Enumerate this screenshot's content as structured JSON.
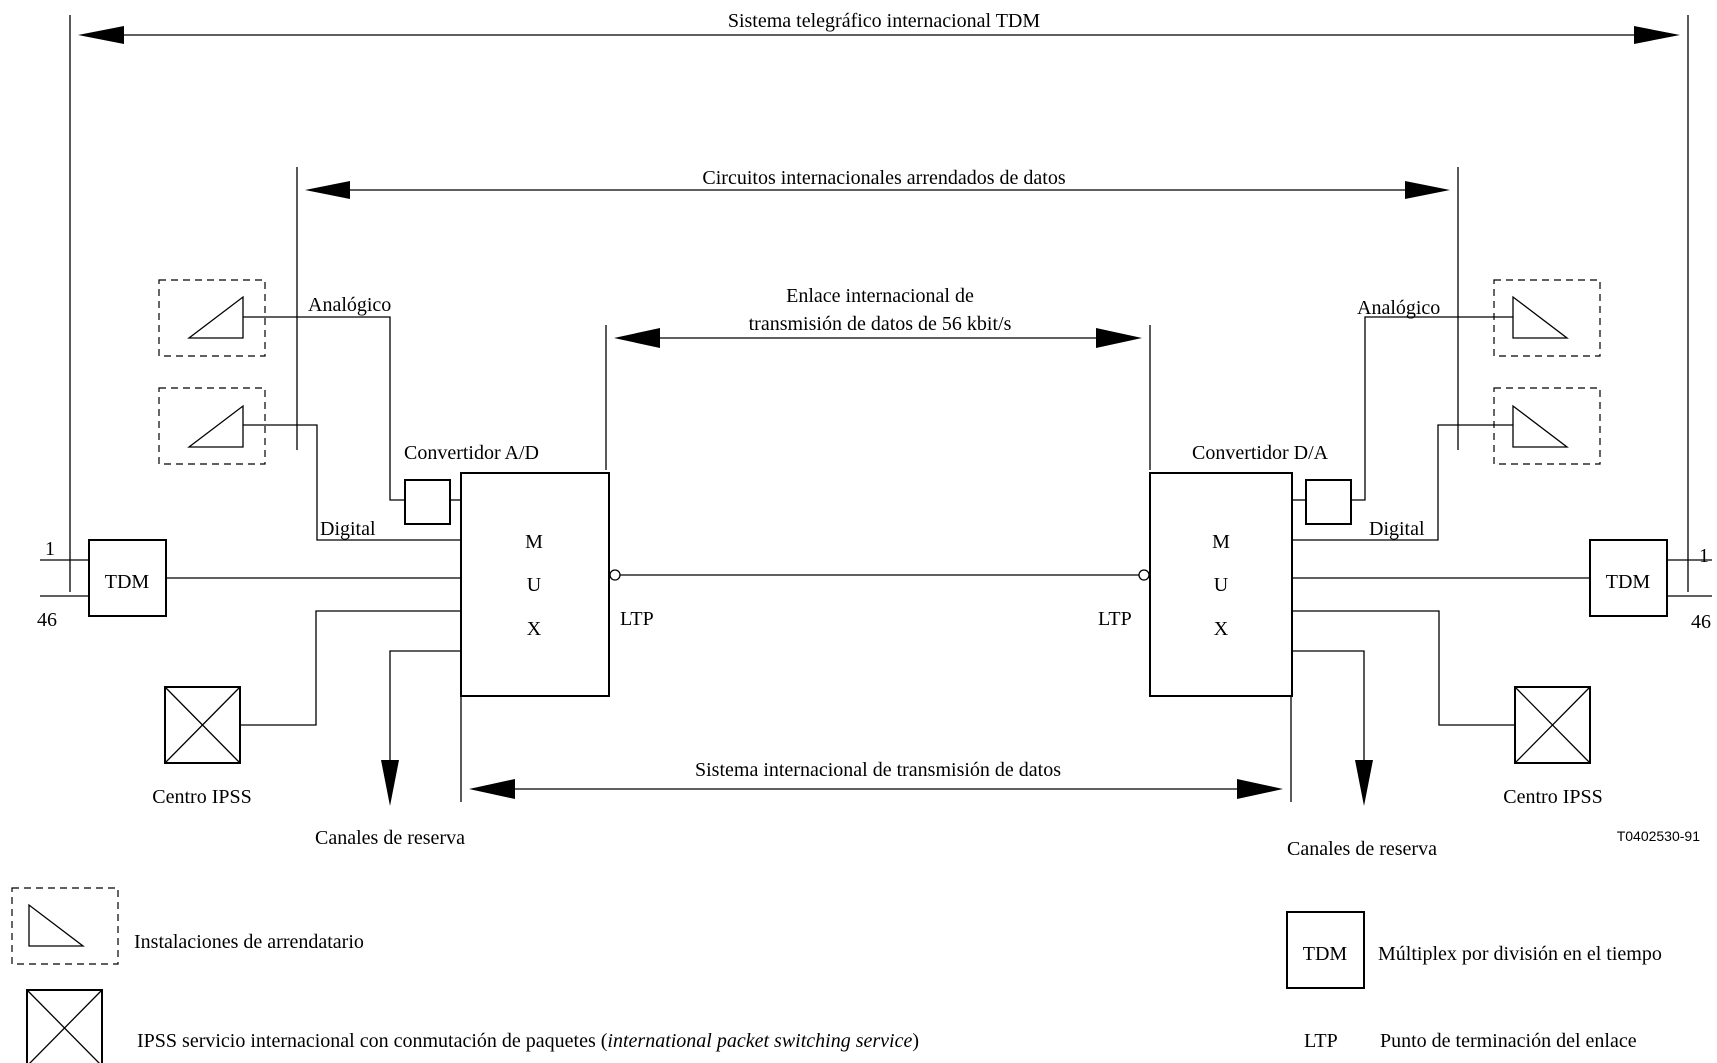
{
  "labels": {
    "tdm_system": "Sistema telegráfico internacional TDM",
    "leased_circuits": "Circuitos internacionales arrendados de datos",
    "link_line1": "Enlace internacional de",
    "link_line2": "transmisión de datos de 56 kbit/s",
    "analog_left": "Analógico",
    "analog_right": "Analógico",
    "digital_left": "Digital",
    "digital_right": "Digital",
    "converter_ad": "Convertidor A/D",
    "converter_da": "Convertidor D/A",
    "mux_m": "M",
    "mux_u": "U",
    "mux_x": "X",
    "ltp_left": "LTP",
    "ltp_right": "LTP",
    "tdm_left": "TDM",
    "tdm_right": "TDM",
    "ch_first_left": "1",
    "ch_last_left": "46",
    "ch_first_right": "1",
    "ch_last_right": "46",
    "ipss_left": "Centro IPSS",
    "ipss_right": "Centro IPSS",
    "reserve_left": "Canales de reserva",
    "reserve_right": "Canales de reserva",
    "data_system": "Sistema internacional de transmisión de datos",
    "figure_code": "T0402530-91"
  },
  "legend": {
    "tenant": "Instalaciones de arrendatario",
    "ipss_prefix": "IPSS  servicio internacional con conmutación de paquetes (",
    "ipss_italic": "international packet switching service",
    "ipss_suffix": ")",
    "tdm_box": "TDM",
    "tdm_desc": "Múltiplex por división en el tiempo",
    "ltp_abbr": "LTP",
    "ltp_desc": "Punto de terminación del enlace"
  }
}
